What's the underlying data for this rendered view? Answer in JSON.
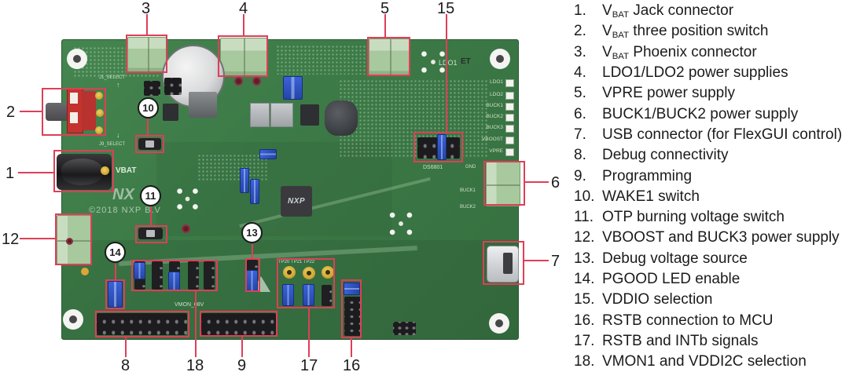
{
  "legend": {
    "items": [
      {
        "num": "1.",
        "parts": [
          {
            "t": "V"
          },
          {
            "t": "BAT",
            "sub": true
          },
          {
            "t": " Jack connector"
          }
        ]
      },
      {
        "num": "2.",
        "parts": [
          {
            "t": "V"
          },
          {
            "t": "BAT",
            "sub": true
          },
          {
            "t": " three position switch"
          }
        ]
      },
      {
        "num": "3.",
        "parts": [
          {
            "t": "V"
          },
          {
            "t": "BAT",
            "sub": true
          },
          {
            "t": " Phoenix connector"
          }
        ]
      },
      {
        "num": "4.",
        "parts": [
          {
            "t": "LDO1/LDO2 power supplies"
          }
        ]
      },
      {
        "num": "5.",
        "parts": [
          {
            "t": "VPRE power supply"
          }
        ]
      },
      {
        "num": "6.",
        "parts": [
          {
            "t": "BUCK1/BUCK2 power supply"
          }
        ]
      },
      {
        "num": "7.",
        "parts": [
          {
            "t": "USB connector (for FlexGUI control)"
          }
        ]
      },
      {
        "num": "8.",
        "parts": [
          {
            "t": "Debug connectivity"
          }
        ]
      },
      {
        "num": "9.",
        "parts": [
          {
            "t": "Programming"
          }
        ]
      },
      {
        "num": "10.",
        "parts": [
          {
            "t": "WAKE1 switch"
          }
        ]
      },
      {
        "num": "11.",
        "parts": [
          {
            "t": "OTP burning voltage switch"
          }
        ]
      },
      {
        "num": "12.",
        "parts": [
          {
            "t": "VBOOST and BUCK3 power supply"
          }
        ]
      },
      {
        "num": "13.",
        "parts": [
          {
            "t": "Debug voltage source"
          }
        ]
      },
      {
        "num": "14.",
        "parts": [
          {
            "t": "PGOOD LED enable"
          }
        ]
      },
      {
        "num": "15.",
        "parts": [
          {
            "t": "VDDIO selection"
          }
        ]
      },
      {
        "num": "16.",
        "parts": [
          {
            "t": "RSTB connection to MCU"
          }
        ]
      },
      {
        "num": "17.",
        "parts": [
          {
            "t": "RSTB and INTb signals"
          }
        ]
      },
      {
        "num": "18.",
        "parts": [
          {
            "t": "VMON1 and VDDI2C selection"
          }
        ]
      }
    ]
  },
  "callouts": {
    "c1": "1",
    "c2": "2",
    "c3": "3",
    "c4": "4",
    "c5": "5",
    "c6": "6",
    "c7": "7",
    "c8": "8",
    "c9": "9",
    "c10": "10",
    "c11": "11",
    "c12": "12",
    "c13": "13",
    "c14": "14",
    "c15": "15",
    "c16": "16",
    "c17": "17",
    "c18": "18"
  },
  "board": {
    "logo_text": "NX",
    "copyright": "©2018 NXP B.V",
    "chip_label": "NXP",
    "vbat_label": "VBAT",
    "j1_select": "J1_SELECT",
    "j9_select": "J9_SELECT",
    "arrow_up": "↑",
    "arrow_down": "↓",
    "ds6801": "DS6801",
    "vmon": "VMON_08V",
    "tp_row": "TP20 TP21 TP22",
    "ldo1_top": "LDO1",
    "et": "ET",
    "gnd": "GND",
    "buck1_side": "BUCK1",
    "buck2_side": "BUCK2",
    "led_labels": [
      "LDO1",
      "LDO2",
      "BUCK1",
      "BUCK2",
      "BUCK3",
      "VBOOST",
      "VPRE"
    ]
  },
  "colors": {
    "annotation": "#de3f58",
    "board_green": "#3c7a47",
    "terminal_green": "#aecfa6",
    "jumper_blue": "#2f55c4",
    "gold": "#caa12e",
    "silver": "#c9ccce"
  }
}
